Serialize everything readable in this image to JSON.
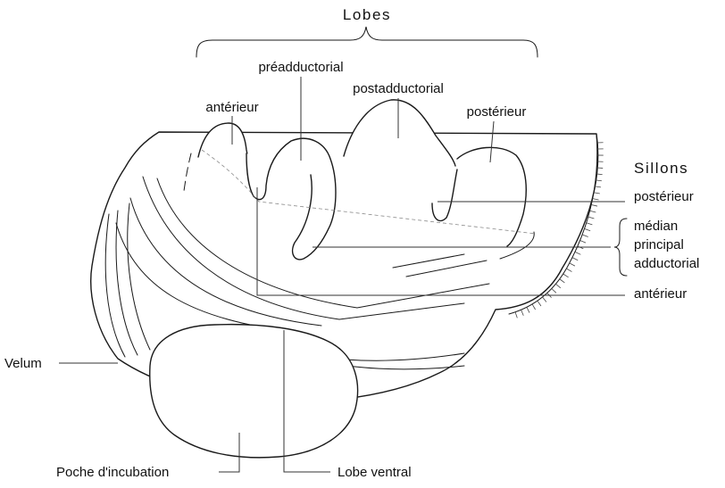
{
  "lobes_heading": "Lobes",
  "lobes": {
    "anterior": "antérieur",
    "preadductorial": "préadductorial",
    "postadductorial": "postadductorial",
    "posterior": "postérieur"
  },
  "sillons_heading": "Sillons",
  "sillons": {
    "posterior": "postérieur",
    "median": "médian",
    "principal": "principal",
    "adductorial": "adductorial",
    "anterior": "antérieur"
  },
  "parts": {
    "velum": "Velum",
    "brood_pouch": "Poche d'incubation",
    "ventral_lobe": "Lobe ventral"
  }
}
